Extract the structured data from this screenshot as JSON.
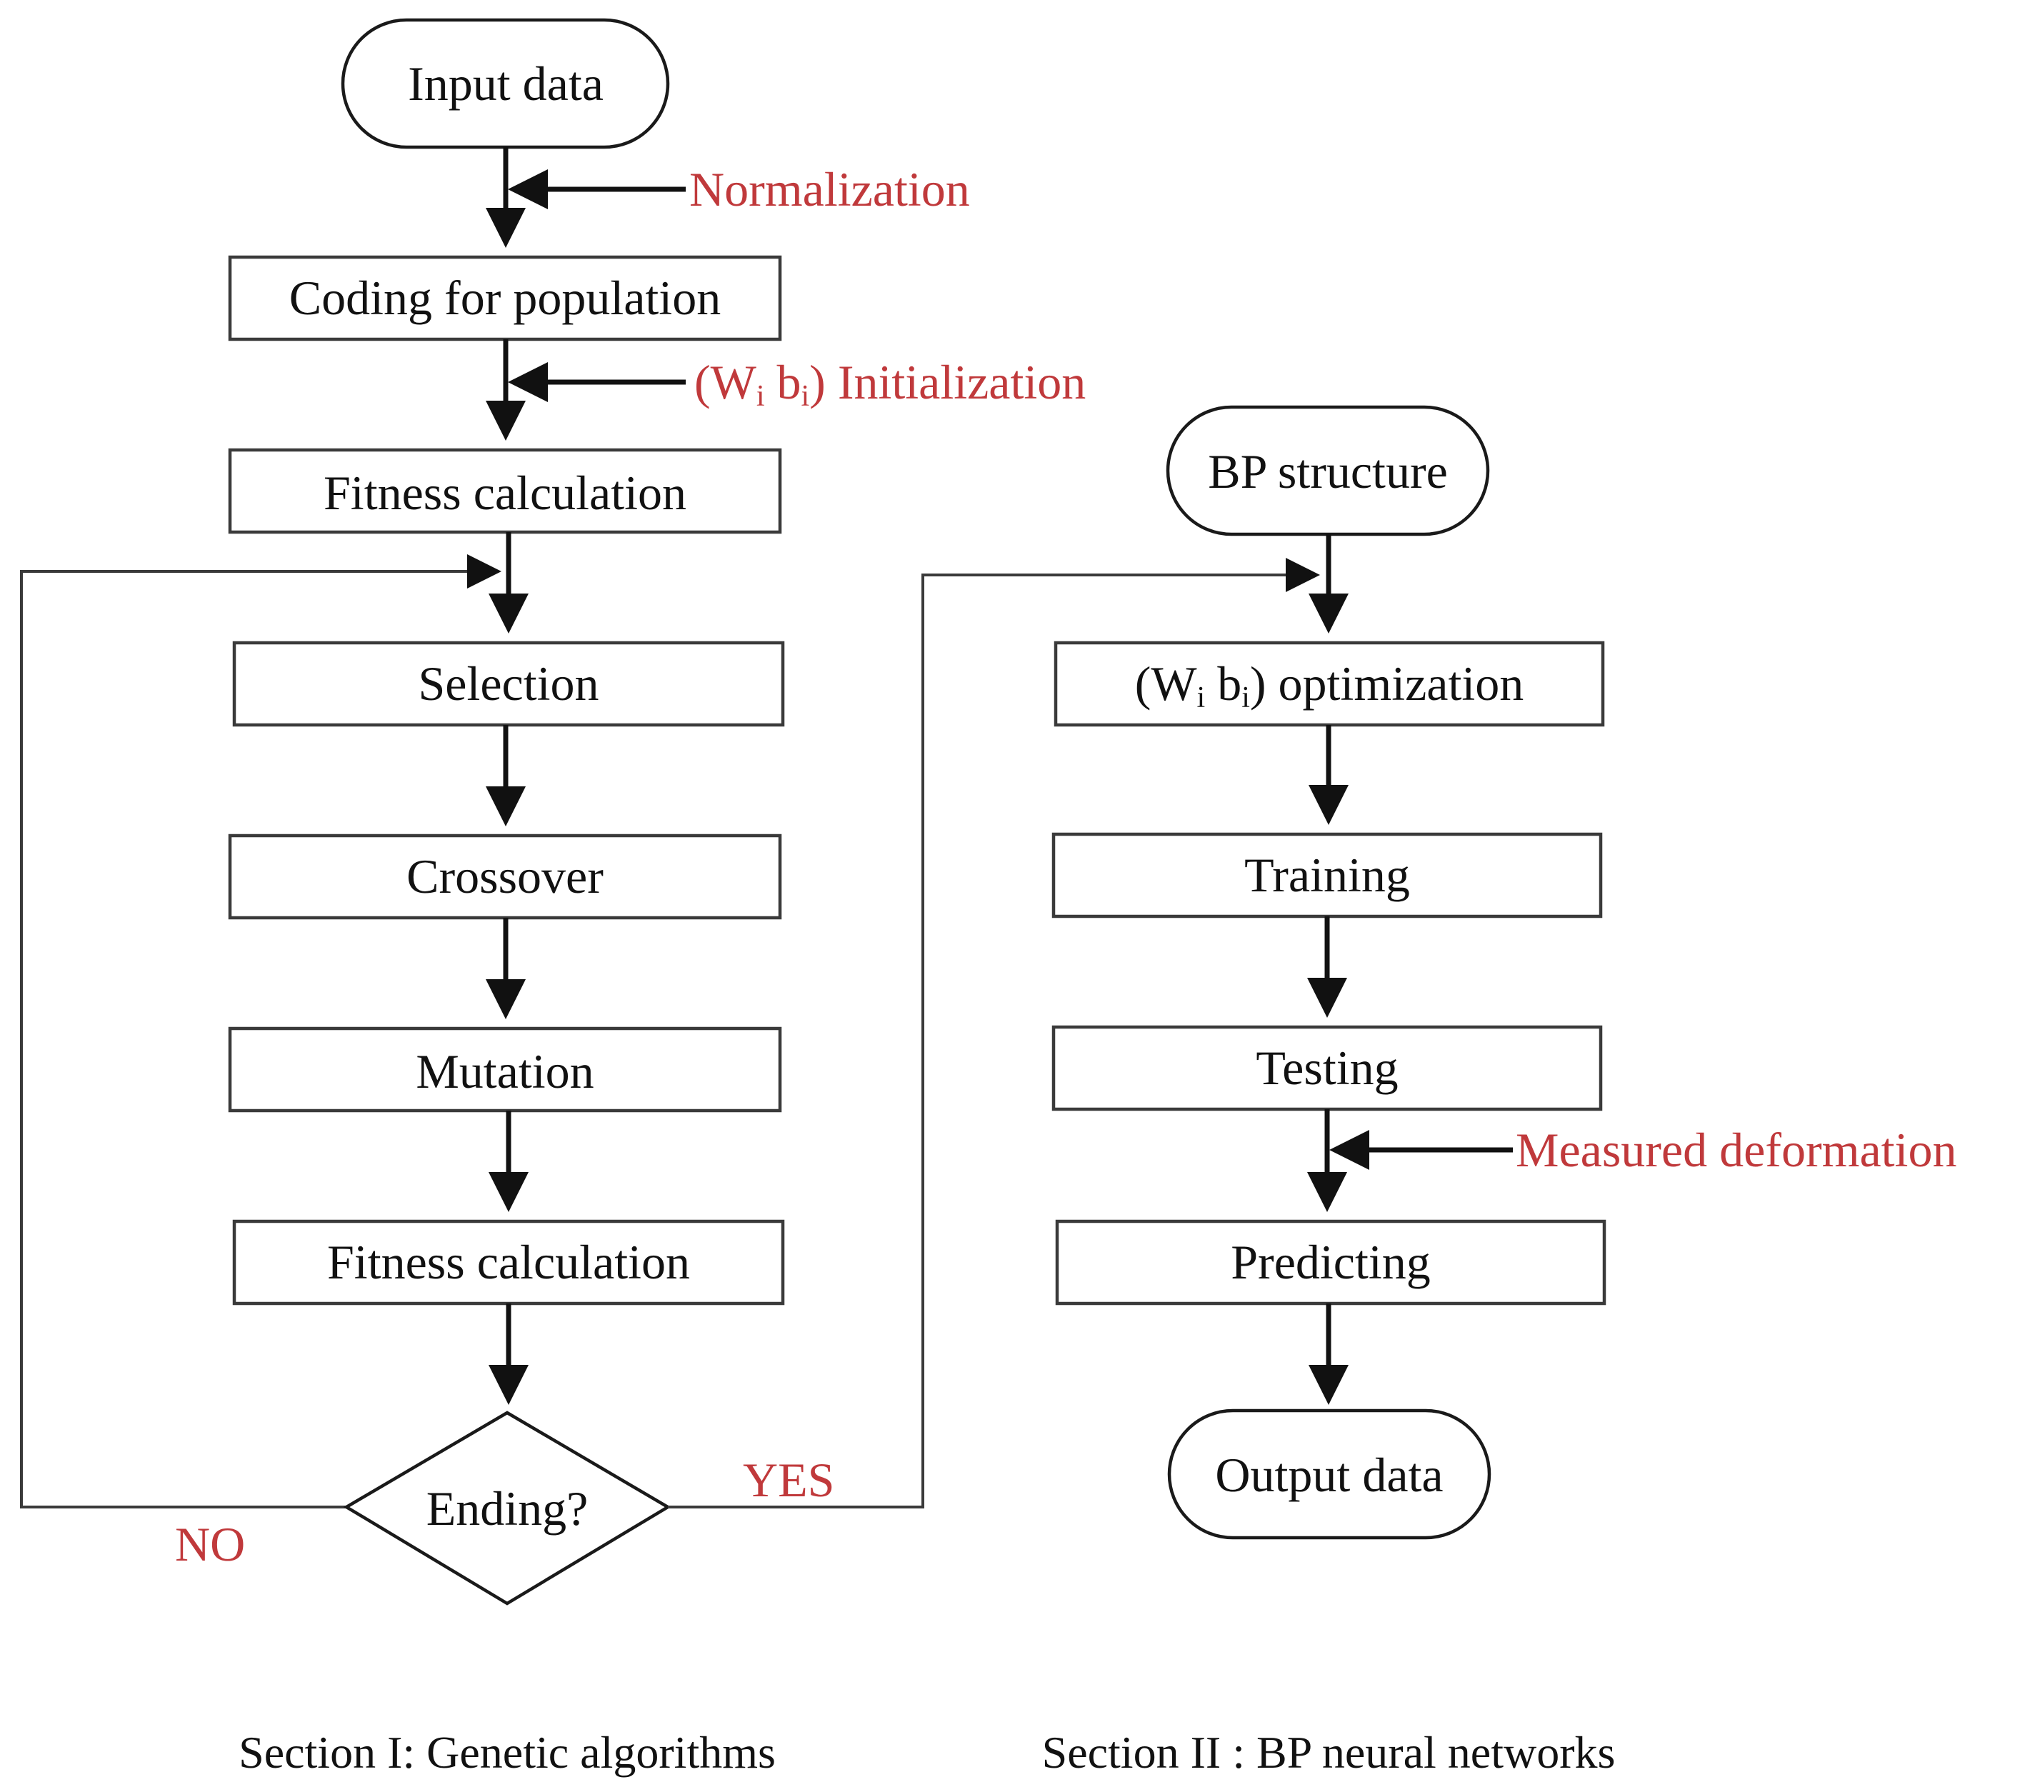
{
  "colors": {
    "annotation": "#c0393b",
    "line": "#111111",
    "box_border": "#3a3a3a"
  },
  "section1": {
    "input": "Input data",
    "normalization": "Normalization",
    "coding": "Coding for population",
    "init_w": "(W",
    "init_i1": "i",
    "init_b": " b",
    "init_i2": "i",
    "init_rest": ") Initialization",
    "fitness1": "Fitness calculation",
    "selection": "Selection",
    "crossover": "Crossover",
    "mutation": "Mutation",
    "fitness2": "Fitness calculation",
    "ending": "Ending?",
    "no": "NO",
    "yes": "YES",
    "caption": "Section I: Genetic algorithms"
  },
  "section2": {
    "bp": "BP structure",
    "opt_w": "(W",
    "opt_i1": "i",
    "opt_b": " b",
    "opt_i2": "i",
    "opt_rest": ") optimization",
    "training": "Training",
    "testing": "Testing",
    "measured": "Measured deformation",
    "predicting": "Predicting",
    "output": "Output data",
    "caption": "Section II : BP neural networks"
  }
}
